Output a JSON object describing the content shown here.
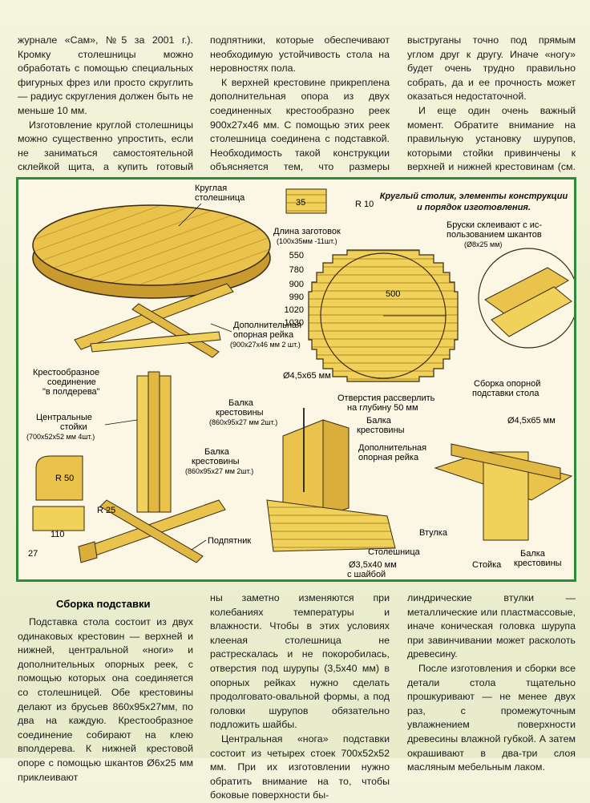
{
  "top": {
    "col1": [
      "журнале «Сам», №5 за 2001 г.). Кромку столешницы можно обработать с помощью специальных фигурных фрез или просто скруглить — радиус скругления должен быть не меньше 10 мм.",
      "Изготовление круглой столешницы можно существенно упростить, если не заниматься самостоятельной склейкой щита, а купить готовый мебельный щит подходящих размеров."
    ],
    "col2": [
      "подпятники, которые обеспечивают необходимую устойчивость стола на неровностях пола.",
      "К верхней крестовине прикреплена дополнительная опора из двух соединенных крестообразно реек 900x27x46 мм. С помощью этих реек столешница соединена с подставкой. Необходимость такой конструкции объясняется тем, что размеры деталей из массивной древеси-"
    ],
    "col3": [
      "выструганы точно под прямым углом друг к другу. Иначе «ногу» будет очень трудно правильно собрать, да и ее прочность может оказаться недостаточной.",
      "И еще один очень важный момент. Обратите внимание на правильную установку шурупов, которыми стойки привинчены к верхней и нижней крестовинам (см. рис.). Под шурупы нужно обязательно установить специальные ци-"
    ]
  },
  "figure": {
    "title_line1": "Круглый столик, элементы конструкции",
    "title_line2": "и порядок изготовления.",
    "labels": {
      "round_top": "Круглая",
      "round_top2": "столешница",
      "cross_joint": "Крестообразное",
      "cross_joint2": "соединение",
      "cross_joint3": "\"в полдерева\"",
      "extra_rail": "Дополнительная",
      "extra_rail2": "опорная рейка",
      "extra_rail3": "(900x27x46 мм 2 шт.)",
      "center_posts": "Центральные",
      "center_posts2": "стойки",
      "center_posts3": "(700x52x52 мм 4шт.)",
      "beam1": "Балка",
      "beam1b": "крестовины",
      "beam1c": "(860x95x27 мм  2шт.)",
      "beam2": "Балка",
      "beam2b": "крестовины",
      "beam2c": "(860x95x27 мм  2шт.)",
      "foot": "Подпятник",
      "r50": "R 50",
      "r25": "R 25",
      "d110": "110",
      "d27": "27",
      "d35": "35",
      "r10": "R 10",
      "blank_len": "Длина  заготовок",
      "blank_len2": "(100x35мм -11шт.)",
      "d500": "500",
      "dims": [
        "550",
        "780",
        "900",
        "990",
        "1020",
        "1030"
      ],
      "glue": "Бруски склеивают с ис-",
      "glue2": "пользованием шкантов",
      "glue3": "(Ø8x25 мм)",
      "screw1": "Ø4,5x65 мм",
      "drill": "Отверстия рассверлить",
      "drill2": "на глубину 50 мм",
      "beam3": "Балка",
      "beam3b": "крестовины",
      "extra2": "Дополнительная",
      "extra2b": "опорная рейка",
      "tabletop": "Столешница",
      "screw2": "Ø3,5x40 мм",
      "screw2b": "с шайбой",
      "assembly": "Сборка опорной",
      "assembly2": "подставки стола",
      "screw3": "Ø4,5x65 мм",
      "sleeve": "Втулка",
      "post": "Стойка",
      "beam4": "Балка",
      "beam4b": "крестовины"
    }
  },
  "bottom": {
    "section_title": "Сборка подставки",
    "col1": [
      "Подставка стола состоит из двух одинаковых крестовин — верхней и нижней, центральной «ноги» и дополнительных опорных реек, с помощью которых она соединяется со столешницей. Обе крестовины делают из брусьев 860x95x27мм, по два на каждую. Крестообразное соединение собирают на клею вполдерева. К нижней крестовой опоре с помощью шкантов Ø6x25 мм приклеивают"
    ],
    "col2": [
      "ны заметно изменяются при колебаниях температуры и влажности. Чтобы в этих условиях клееная столешница не растрескалась и не покоробилась, отверстия под шурупы (3,5x40 мм) в опорных рейках нужно сделать продолговато-овальной формы, а под головки шурупов обязательно подложить шайбы.",
      "Центральная «нога» подставки состоит из четырех стоек 700x52x52 мм. При их изготовлении нужно обратить внимание на то, чтобы боковые поверхности бы-"
    ],
    "col3": [
      "линдрические втулки — металлические или пластмассовые, иначе коническая головка шурупа при завинчивании может расколоть древесину.",
      "После изготовления и сборки все детали стола тщательно прошкуривают — не менее двух раз, с промежуточным увлажнением поверхности древесины влажной губкой. А затем окрашивают в два-три слоя масляным мебельным лаком."
    ]
  },
  "colors": {
    "frame": "#2e8b3a",
    "wood": "#e8c24a",
    "wood_dark": "#c99a2e",
    "outline": "#3a2a10",
    "dim": "#c0392b"
  }
}
